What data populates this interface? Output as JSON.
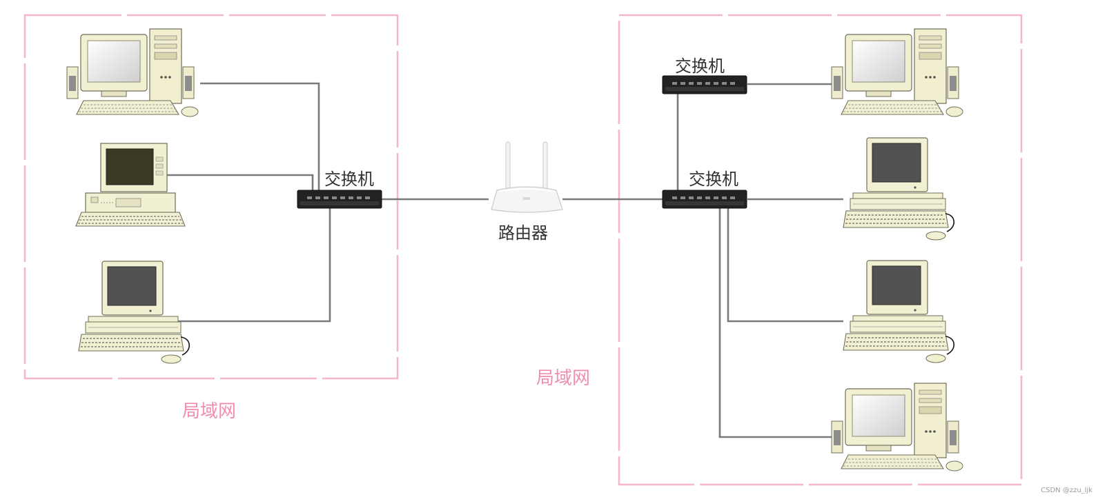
{
  "labels": {
    "switch": "交换机",
    "router": "路由器",
    "lan": "局域网"
  },
  "watermark": "CSDN @zzu_ljk",
  "colors": {
    "lan_border": "#f4b6c8",
    "lan_text": "#f08db0",
    "cable": "#7a7a7a",
    "computer_beige": "#f2f0d2",
    "switch_body": "#222222"
  }
}
